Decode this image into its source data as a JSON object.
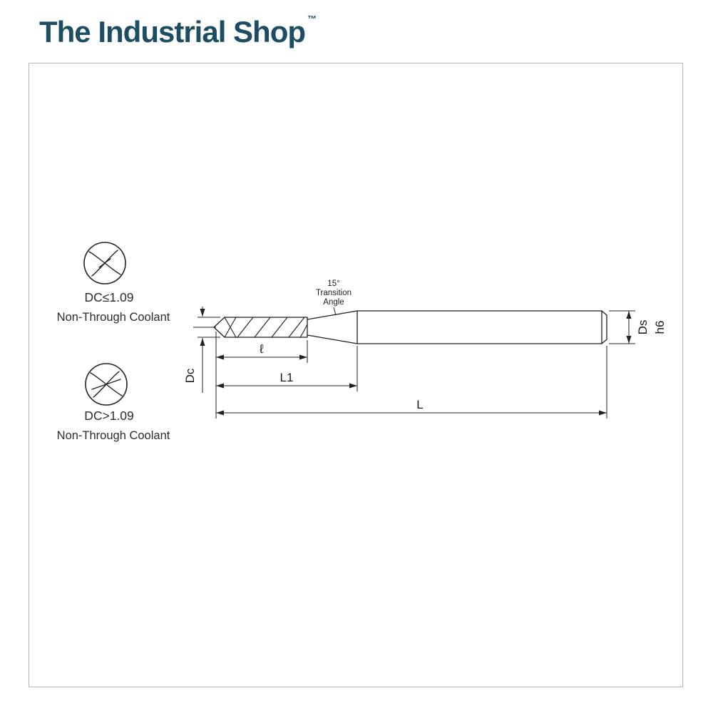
{
  "brand": {
    "name": "The Industrial Shop",
    "trademark": "™",
    "color": "#1d4d62"
  },
  "legend": {
    "small_dc": {
      "title": "DC≤1.09",
      "subtitle": "Non-Through Coolant"
    },
    "large_dc": {
      "title": "DC>1.09",
      "subtitle": "Non-Through Coolant"
    }
  },
  "drawing": {
    "transition_angle": [
      "15°",
      "Transition",
      "Angle"
    ],
    "dimensions": {
      "cutting_diameter": "Dc",
      "flute_length": "ℓ",
      "l1": "L1",
      "overall_length": "L",
      "shank_diameter": "Ds",
      "shank_tolerance": "h6"
    }
  },
  "colors": {
    "brand": "#1d4d62",
    "line": "#1f1f1f",
    "frame_border": "#b6b6b6"
  }
}
